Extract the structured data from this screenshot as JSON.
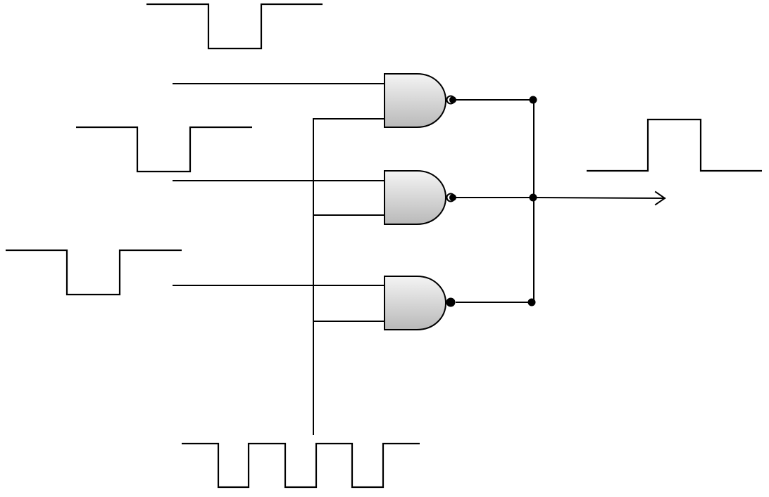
{
  "diagram": {
    "type": "logic-circuit",
    "colors": {
      "line": "#000000",
      "gate_fill_light": "#f4f4f4",
      "gate_fill_dark": "#b9b9b9",
      "background": "#ffffff"
    },
    "gates": [
      {
        "id": "gate-1",
        "kind": "NAND",
        "inputs": 2
      },
      {
        "id": "gate-2",
        "kind": "NAND",
        "inputs": 2
      },
      {
        "id": "gate-3",
        "kind": "NAND",
        "inputs": 2
      }
    ],
    "waveforms": [
      {
        "id": "input-1",
        "shape": "negative-pulse"
      },
      {
        "id": "input-2",
        "shape": "negative-pulse"
      },
      {
        "id": "input-3",
        "shape": "negative-pulse"
      },
      {
        "id": "clock",
        "shape": "pulse-train",
        "pulses": 4
      },
      {
        "id": "output",
        "shape": "positive-pulse"
      }
    ],
    "junctions": 4,
    "output_arrow": "right"
  }
}
